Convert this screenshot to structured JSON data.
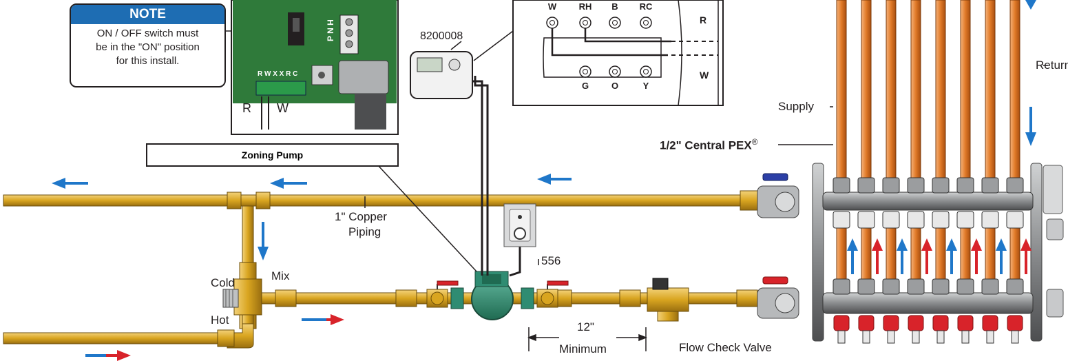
{
  "note": {
    "title": "NOTE",
    "line1": "ON / OFF switch must",
    "line2": "be in the \"ON\" position",
    "line3": "for this install."
  },
  "zoning_pump_label": "Zoning Pump",
  "thermostat_part": "8200008",
  "terminals_top": [
    "W",
    "RH",
    "B",
    "RC"
  ],
  "terminals_bottom": [
    "G",
    "O",
    "Y"
  ],
  "side_labels": {
    "r": "R",
    "w": "W"
  },
  "board_labels": {
    "pnh": "P N H",
    "rwxxrc": "R W X X R C",
    "r": "R",
    "w": "W"
  },
  "piping": {
    "line1": "1\" Copper",
    "line2": "Piping"
  },
  "labels": {
    "cold": "Cold",
    "hot": "Hot",
    "mix": "Mix",
    "part_556": "556",
    "min_1": "12\"",
    "min_2": "Minimum",
    "flow_check": "Flow Check Valve",
    "supply": "Supply",
    "return": "Return",
    "pex": "1/2\" Central PEX",
    "reg": "®"
  },
  "colors": {
    "brass": "#d9a520",
    "pex": "#e07a28",
    "arrow_blue": "#1f77c9",
    "arrow_red": "#d8232a",
    "note_header": "#1e6db3",
    "manifold": "#6d6e71"
  }
}
